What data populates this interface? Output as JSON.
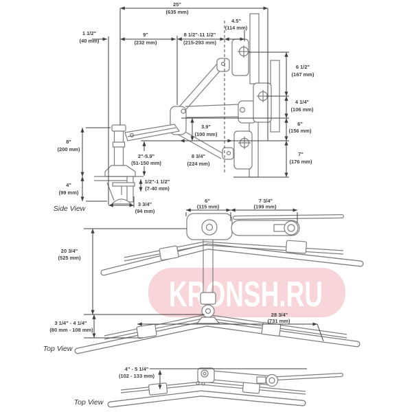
{
  "watermark": {
    "text": "KRONSH.RU",
    "bg_color": "#f7d5d8",
    "text_color": "#ffffff"
  },
  "side": {
    "label": "Side View",
    "dims": {
      "w25in": "25\"",
      "w25mm": "(635 mm)",
      "w15in": "1 1/2\"",
      "w15mm": "(40 mm)",
      "w9in": "9\"",
      "w9mm": "(232 mm)",
      "w8511in": "8 1/2\"-11 1/2\"",
      "w8511mm": "(215-293 mm)",
      "w45in": "4.5\"",
      "w45mm": "(114 mm)",
      "h612in": "6 1/2\"",
      "h612mm": "(167 mm)",
      "h414in": "4 1/4\"",
      "h414mm": "(106 mm)",
      "h6in": "6\"",
      "h6mm": "(156 mm)",
      "h7in": "7\"",
      "h7mm": "(176 mm)",
      "h8in": "8\"",
      "h8mm": "(200 mm)",
      "h4in": "4\"",
      "h4mm": "(99 mm)",
      "h259in": "2\"-5.9\"",
      "h259mm": "(51-150 mm)",
      "h39in": "3.9\"",
      "h39mm": "(100 mm)",
      "w834in": "8 3/4\"",
      "w834mm": "(224 mm)",
      "h1215in": "1/2\"-1 1/2\"",
      "h1215mm": "(7-40 mm)",
      "w334in": "3 3/4\"",
      "w334mm": "(94 mm)"
    }
  },
  "top1": {
    "label": "Top View",
    "dims": {
      "w6in": "6\"",
      "w6mm": "(115 mm)",
      "w734in": "7 3/4\"",
      "w734mm": "(199 mm)",
      "h2034in": "20 3/4\"",
      "h2034mm": "(525 mm)",
      "w2834in": "28 3/4\"",
      "w2834mm": "(731 mm)",
      "h3414in": "3 1/4\" - 4 1/4\"",
      "h3414mm": "(80 mm - 108 mm)"
    }
  },
  "top2": {
    "label": "Top View",
    "dims": {
      "h4514in": "4\" - 5 1/4\"",
      "h4514mm": "(102 - 133 mm)"
    }
  }
}
